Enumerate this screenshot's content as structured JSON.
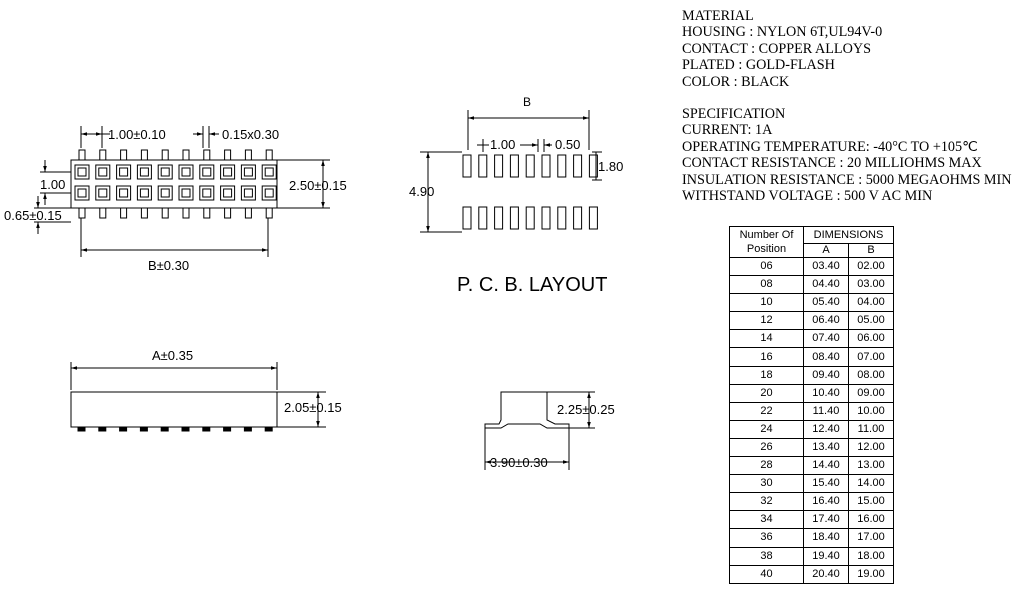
{
  "specs": {
    "material_title": "MATERIAL",
    "housing": "HOUSING : NYLON 6T,UL94V-0",
    "contact": "CONTACT : COPPER ALLOYS",
    "plated": "PLATED : GOLD-FLASH",
    "color": "COLOR : BLACK",
    "specification_title": "SPECIFICATION",
    "current": "CURRENT: 1A",
    "operating_temperature": "OPERATING TEMPERATURE: -40°C TO +105℃",
    "contact_resistance": "CONTACT RESISTANCE : 20 MILLIOHMS MAX",
    "insulation_resistance": "INSULATION RESISTANCE : 5000 MEGAOHMS MIN",
    "withstand_voltage": "WITHSTAND VOLTAGE : 500 V AC MIN"
  },
  "top_view": {
    "pitch_label": "1.00±0.10",
    "pin_width_label": "0.15x0.30",
    "row_pitch_label": "1.00",
    "height_label": "2.50±0.15",
    "offset_label": "0.65±0.15",
    "length_label": "B±0.30"
  },
  "side_view": {
    "length_label": "A±0.35",
    "height_label": "2.05±0.15"
  },
  "pcb_layout": {
    "title": "P. C. B. LAYOUT",
    "b_label": "B",
    "pitch_label": "1.00",
    "pad_width_label": "0.50",
    "pad_length_label": "1.80",
    "row_span_label": "4.90"
  },
  "end_view": {
    "height_label": "2.25±0.25",
    "width_label": "3.90±0.30"
  },
  "table": {
    "col_position_header": "Number Of Position",
    "dimensions_header": "DIMENSIONS",
    "col_a_header": "A",
    "col_b_header": "B",
    "rows": [
      {
        "pos": "06",
        "a": "03.40",
        "b": "02.00"
      },
      {
        "pos": "08",
        "a": "04.40",
        "b": "03.00"
      },
      {
        "pos": "10",
        "a": "05.40",
        "b": "04.00"
      },
      {
        "pos": "12",
        "a": "06.40",
        "b": "05.00"
      },
      {
        "pos": "14",
        "a": "07.40",
        "b": "06.00"
      },
      {
        "pos": "16",
        "a": "08.40",
        "b": "07.00"
      },
      {
        "pos": "18",
        "a": "09.40",
        "b": "08.00"
      },
      {
        "pos": "20",
        "a": "10.40",
        "b": "09.00"
      },
      {
        "pos": "22",
        "a": "11.40",
        "b": "10.00"
      },
      {
        "pos": "24",
        "a": "12.40",
        "b": "11.00"
      },
      {
        "pos": "26",
        "a": "13.40",
        "b": "12.00"
      },
      {
        "pos": "28",
        "a": "14.40",
        "b": "13.00"
      },
      {
        "pos": "30",
        "a": "15.40",
        "b": "14.00"
      },
      {
        "pos": "32",
        "a": "16.40",
        "b": "15.00"
      },
      {
        "pos": "34",
        "a": "17.40",
        "b": "16.00"
      },
      {
        "pos": "36",
        "a": "18.40",
        "b": "17.00"
      },
      {
        "pos": "38",
        "a": "19.40",
        "b": "18.00"
      },
      {
        "pos": "40",
        "a": "20.40",
        "b": "19.00"
      }
    ]
  }
}
